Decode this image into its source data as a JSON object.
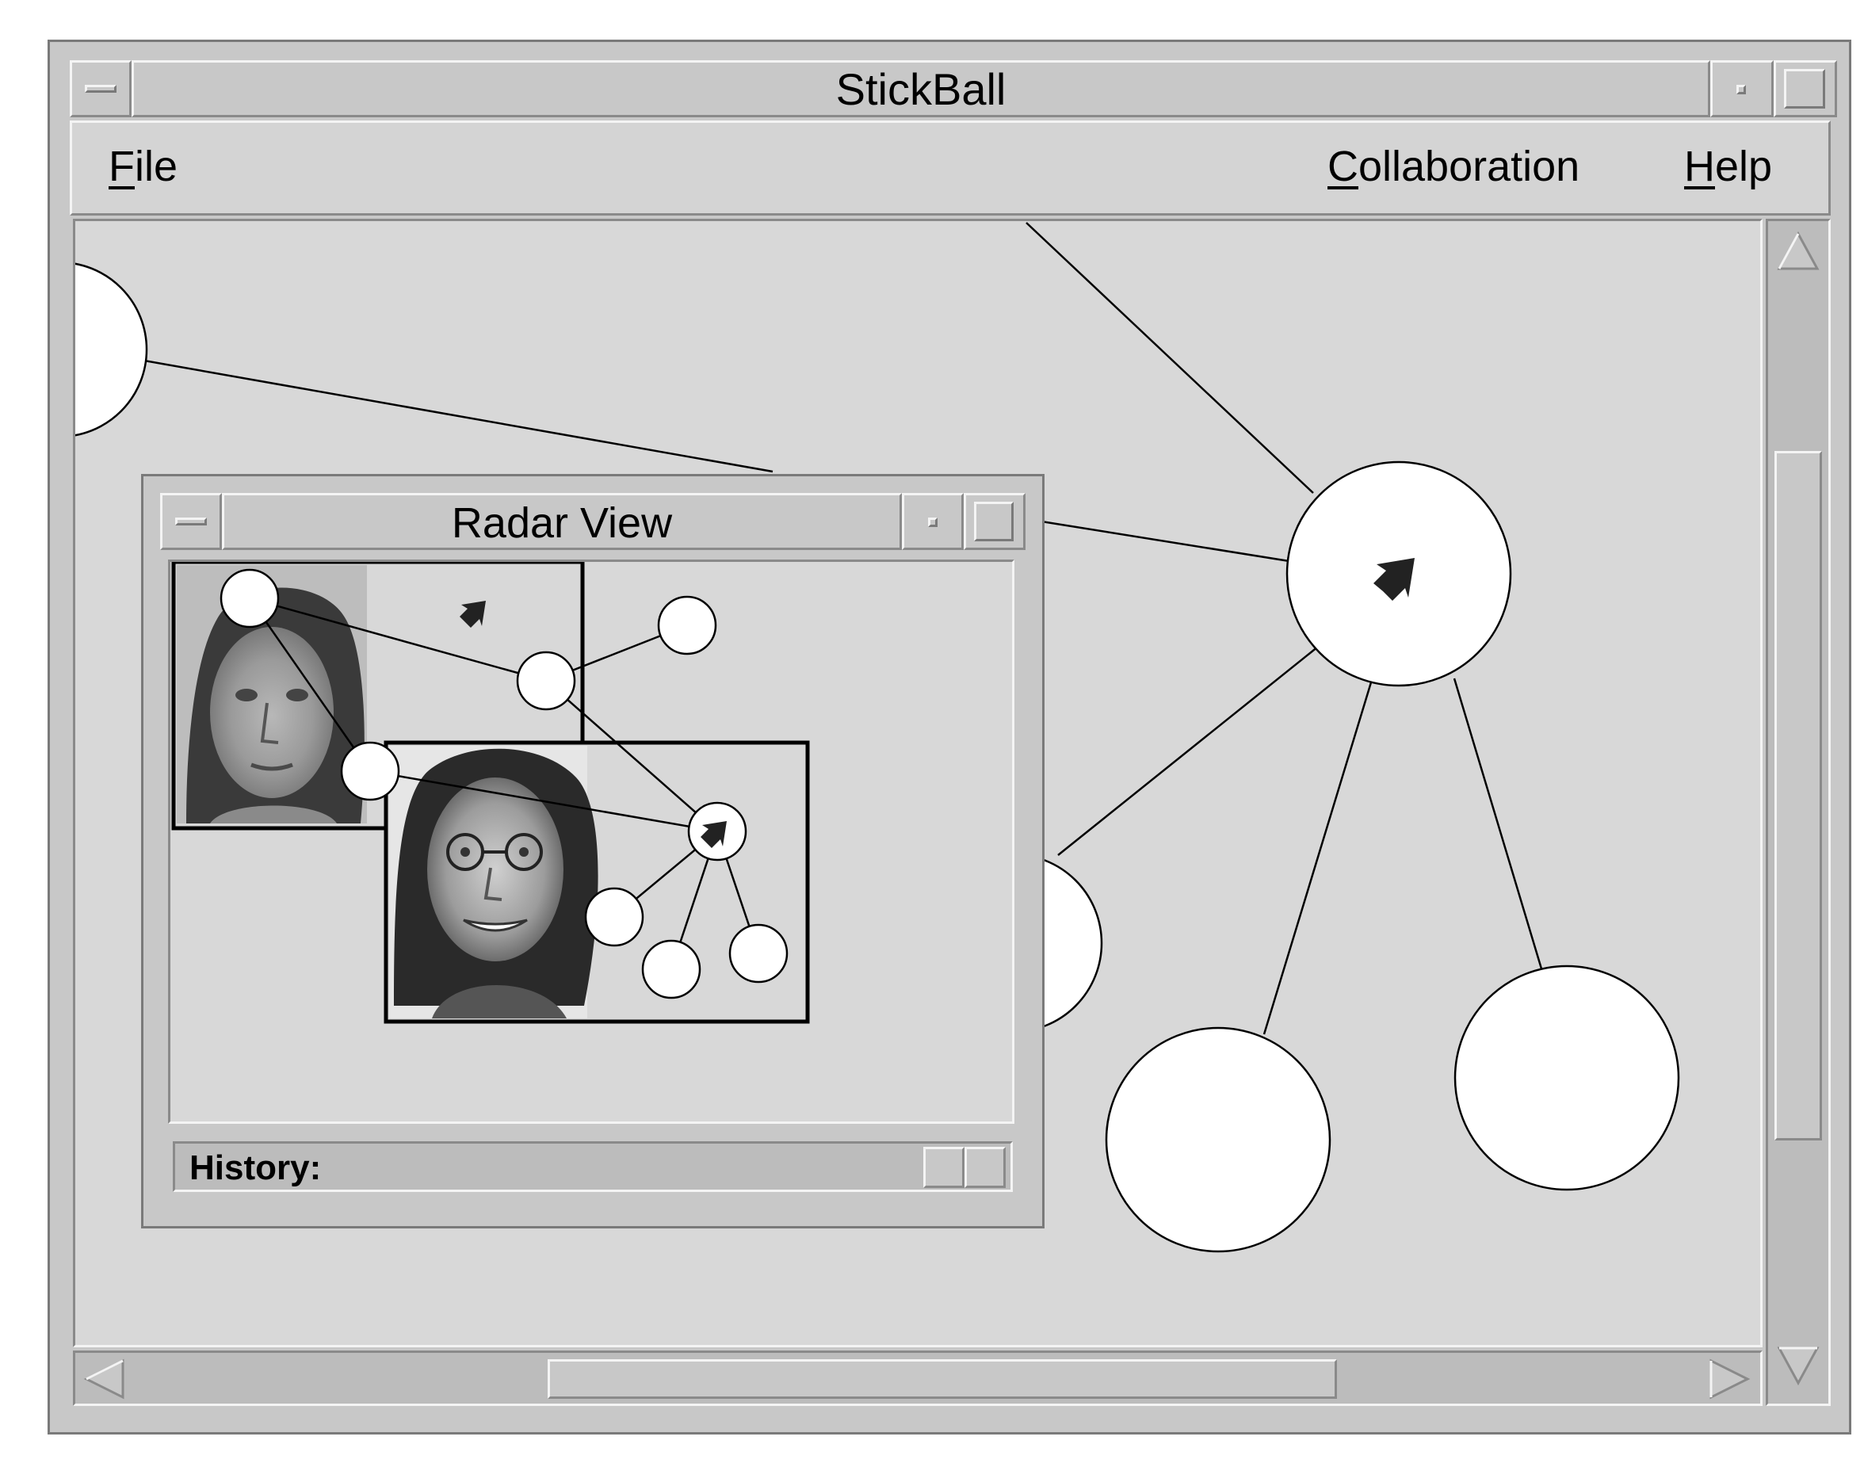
{
  "window": {
    "title": "StickBall"
  },
  "menu": {
    "file": {
      "mnemonic": "F",
      "rest": "ile"
    },
    "collaboration": {
      "mnemonic": "C",
      "rest": "ollaboration"
    },
    "help": {
      "mnemonic": "H",
      "rest": "elp"
    }
  },
  "radar": {
    "title": "Radar View",
    "history_label": "History:"
  },
  "icons": {
    "pointer": "arrow-pointer-icon",
    "minimize": "window-menu-icon",
    "iconify": "iconify-icon",
    "maximize": "maximize-icon",
    "scroll_up": "triangle-up-icon",
    "scroll_down": "triangle-down-icon",
    "scroll_left": "triangle-left-icon",
    "scroll_right": "triangle-right-icon",
    "collaborator_1": "collaborator-photo-1",
    "collaborator_2": "collaborator-photo-2"
  },
  "colors": {
    "window_gray": "#c8c8c8",
    "canvas_gray": "#d8d8d8",
    "node_fill": "#ffffff"
  }
}
